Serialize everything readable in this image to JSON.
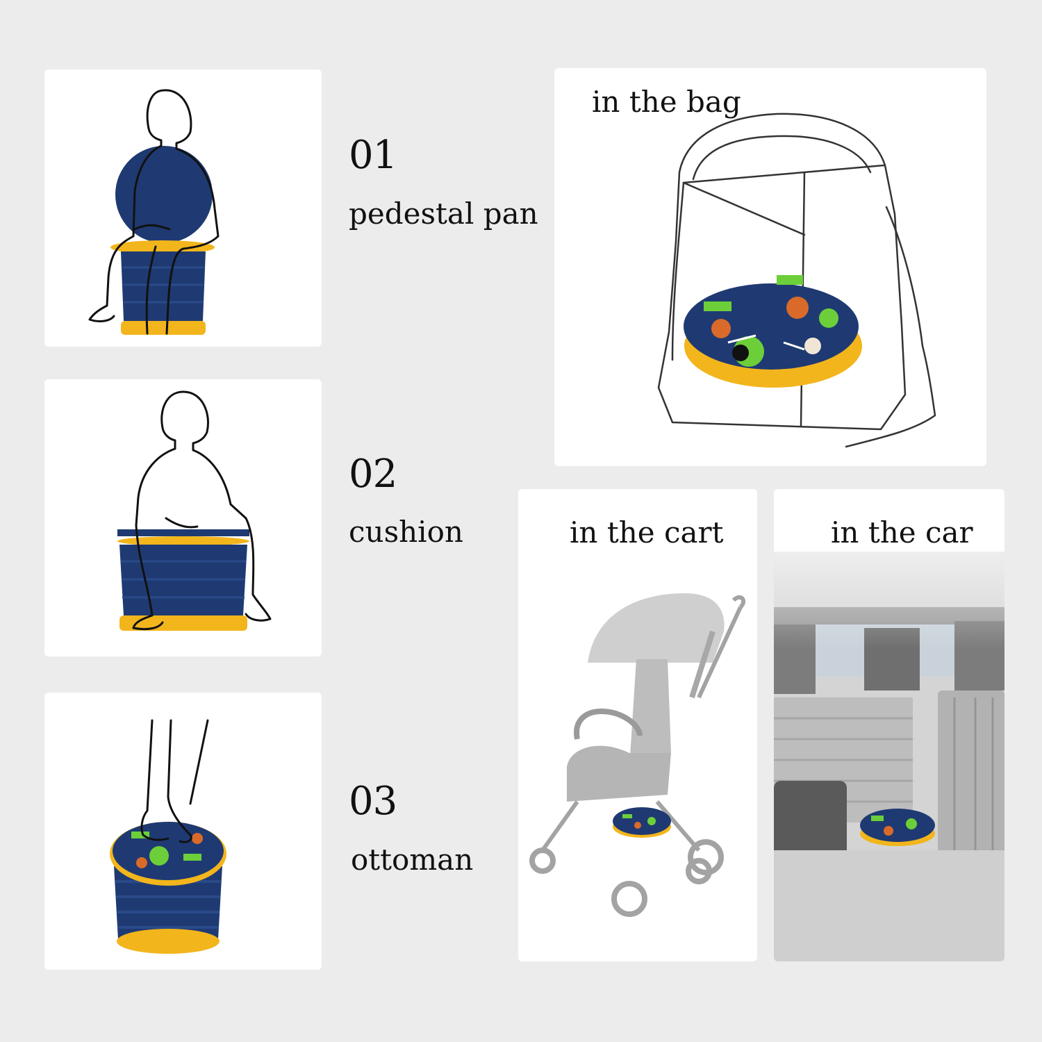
{
  "uses": [
    {
      "number": "01",
      "label": "pedestal pan"
    },
    {
      "number": "02",
      "label": "cushion"
    },
    {
      "number": "03",
      "label": "ottoman"
    }
  ],
  "scenes": {
    "bag": {
      "title": "in the bag"
    },
    "cart": {
      "title": "in the cart"
    },
    "car": {
      "title": "in the car"
    }
  },
  "colors": {
    "navy": "#1f3a72",
    "yellow": "#f2b51c",
    "green": "#6ccf3a",
    "background": "#ececec"
  }
}
